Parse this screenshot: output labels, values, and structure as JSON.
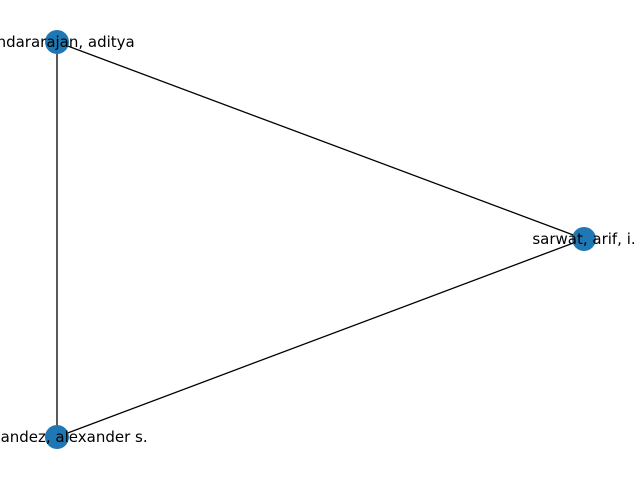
{
  "graph": {
    "nodes": [
      {
        "id": "n1",
        "label": "sundararajan, aditya"
      },
      {
        "id": "n2",
        "label": "sarwat, arif, i."
      },
      {
        "id": "n3",
        "label": "hernandez, alexander s."
      }
    ],
    "edges": [
      {
        "from": "n1",
        "to": "n2"
      },
      {
        "from": "n1",
        "to": "n3"
      },
      {
        "from": "n3",
        "to": "n2"
      }
    ],
    "node_color": "#1f77b4",
    "edge_color": "#000000"
  }
}
